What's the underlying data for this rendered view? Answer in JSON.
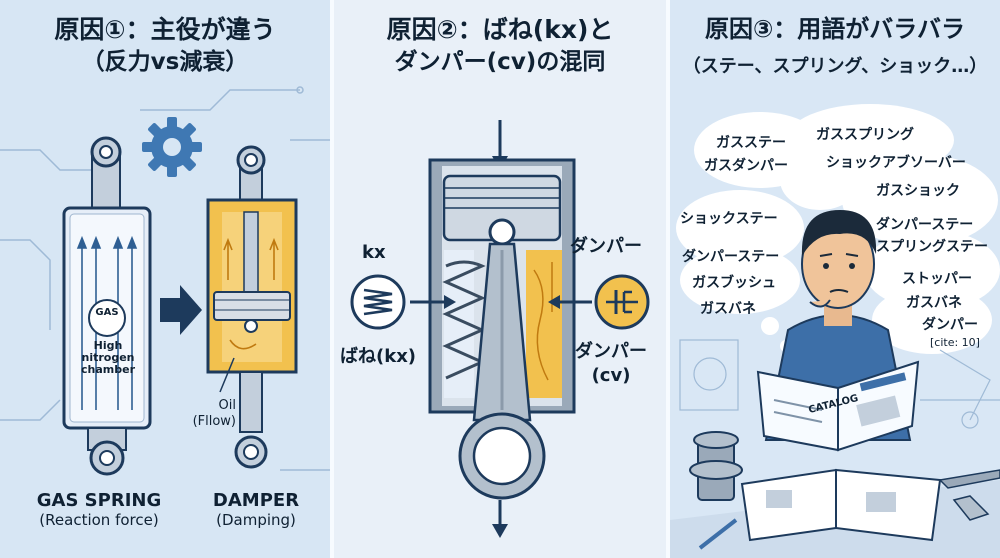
{
  "panel1": {
    "title_line1": "原因①：主役が違う",
    "title_line2": "（反力vs減衰）",
    "gas_label": "GAS",
    "chamber_label_1": "High",
    "chamber_label_2": "nitrogen",
    "chamber_label_3": "chamber",
    "oil_label_1": "Oil",
    "oil_label_2": "(Fllow)",
    "left_caption_1": "GAS SPRING",
    "left_caption_2": "(Reaction force)",
    "right_caption_1": "DAMPER",
    "right_caption_2": "(Damping)"
  },
  "panel2": {
    "title_line1": "原因②：ばね(kx)と",
    "title_line2": "ダンパー(cv)の混同",
    "kx_top": "kx",
    "kx_bottom": "ばね(kx)",
    "damper_top": "ダンパー",
    "damper_bottom_1": "ダンパー",
    "damper_bottom_2": "(cv)"
  },
  "panel3": {
    "title_line1": "原因③：用語がバラバラ",
    "title_line2": "（ステー、スプリング、ショック…）",
    "terms": [
      "ガスステー",
      "ガスダンパー",
      "ガススプリング",
      "ショックアブソーバー",
      "ガスショック",
      "ショックステー",
      "ダンパーステー",
      "ダンパーステー",
      "スプリングステー",
      "ガスブッシュ",
      "ストッパー",
      "ガスバネ",
      "ガスバネ",
      "ダンパー"
    ],
    "cite": "[cite: 10]",
    "catalog_label": "CATALOG"
  },
  "colors": {
    "navy": "#1d3a5c",
    "oil": "#f2c14e",
    "steel": "#b9c6d3",
    "gas": "#e6eef8"
  }
}
